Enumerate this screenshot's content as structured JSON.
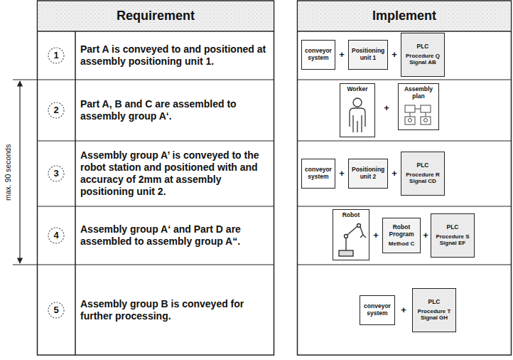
{
  "diagram": {
    "nodes": [
      {
        "text": [
          "Requirement"
        ]
      },
      {
        "text": [
          "Implement"
        ]
      },
      {
        "text": [
          "conveyor system"
        ],
        "in": 1
      },
      {
        "text": [
          "Positioning unit 1"
        ],
        "in": 1
      },
      {
        "text": [
          "PLC",
          "Procedure Q Signal AB"
        ],
        "in": 1
      },
      {
        "text": [
          "Worker"
        ],
        "in": 1
      },
      {
        "text": [
          "Assembly plan"
        ],
        "in": 1
      },
      {
        "text": [
          "conveyor system"
        ],
        "in": 1
      },
      {
        "text": [
          "Positioning unit 2"
        ],
        "in": 1
      },
      {
        "text": [
          "PLC",
          "Procedure R Signal CD"
        ],
        "in": 1
      },
      {
        "text": [
          "Robot"
        ],
        "in": 1
      },
      {
        "text": [
          "Robot Program",
          "Method C"
        ],
        "in": 1
      },
      {
        "text": [
          "PLC",
          "Procedure S Signal EF"
        ],
        "in": 1
      },
      {
        "text": [
          "conveyor system"
        ],
        "in": 1
      },
      {
        "text": [
          "PLC",
          "Procedure T Signal GH"
        ],
        "in": 1
      }
    ],
    "labels": [
      "1",
      "2",
      "3",
      "4",
      "5",
      "Part A is conveyed to and positioned at assembly positioning unit 1.",
      "Part A, B and C are assembled to assembly group A‘.",
      "Assembly group A’ is conveyed to the robot station and positioned with and accuracy of 2mm at assembly positioning unit 2.",
      "Assembly group A‘ and Part D are assembled to assembly group A“.",
      "Assembly group B is conveyed for further processing.",
      "max. 90 seconds",
      "+",
      "+",
      "+",
      "+",
      "+",
      "+",
      "+",
      "+"
    ]
  }
}
